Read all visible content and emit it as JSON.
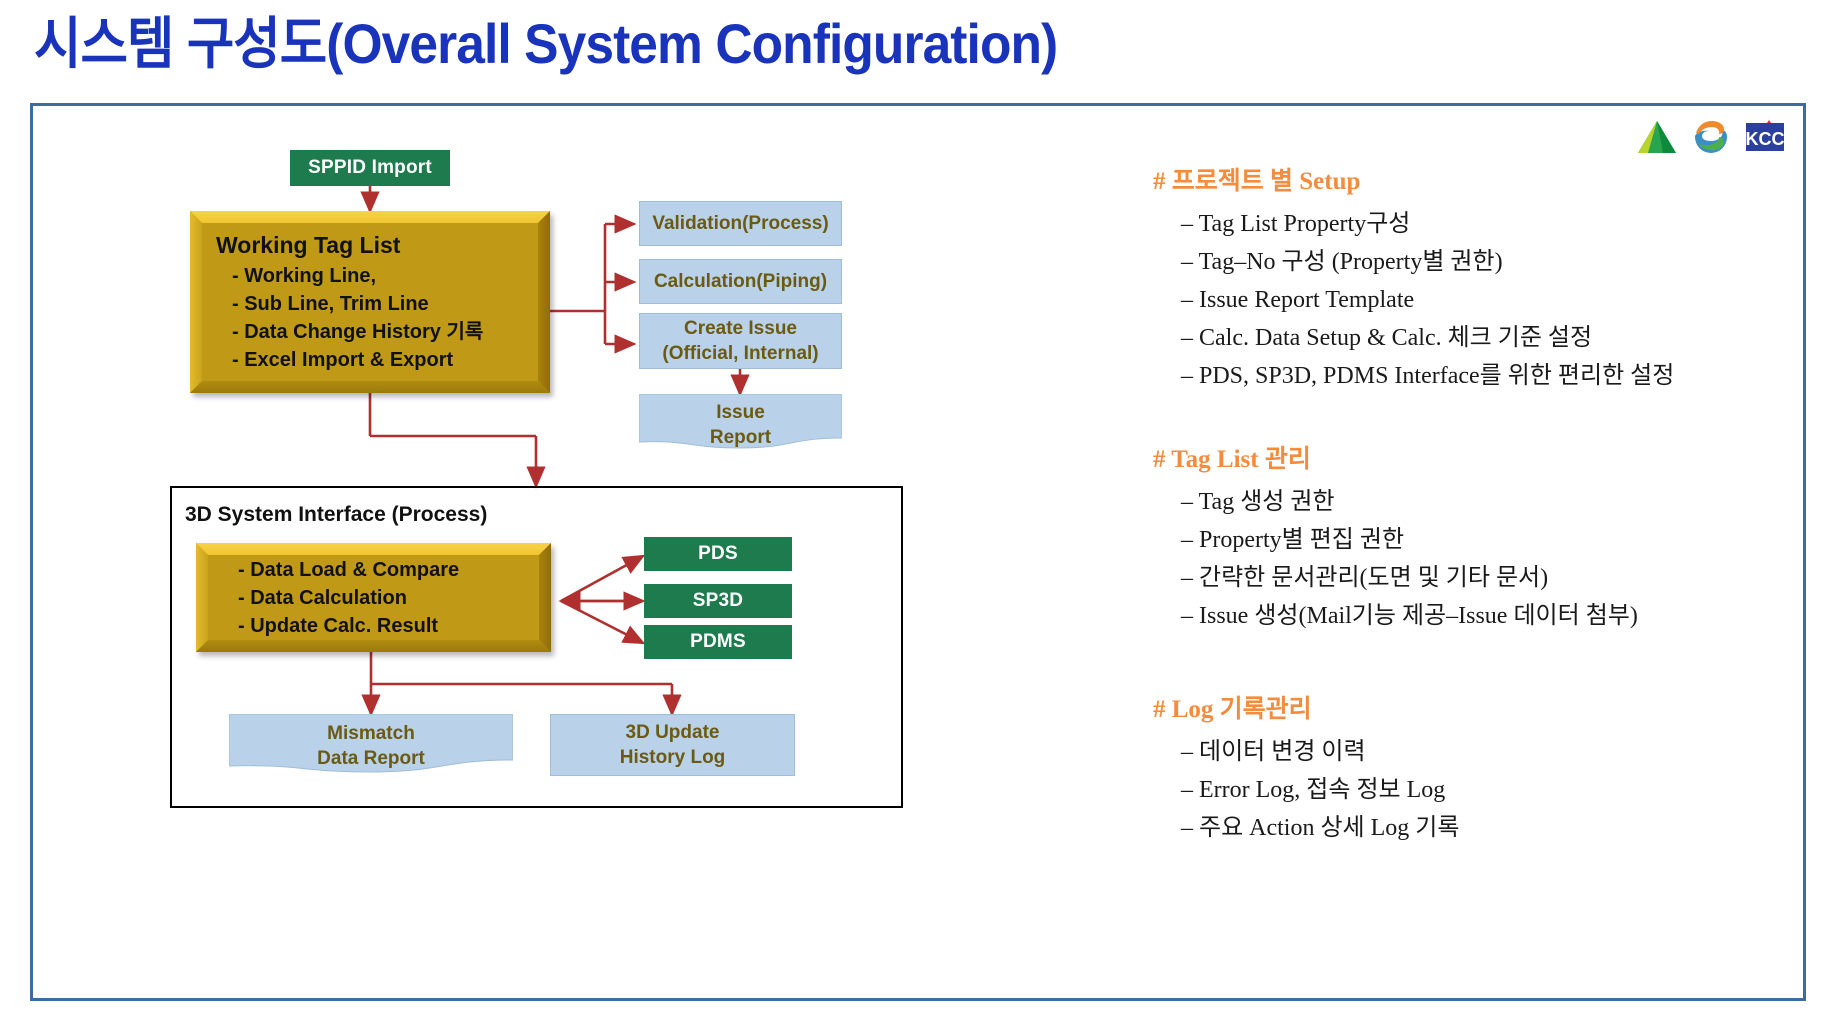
{
  "title": "시스템 구성도(Overall System Configuration)",
  "logos": [
    {
      "name": "green-triangle-logo",
      "alt": "green triangle logo"
    },
    {
      "name": "swirl-circle-logo",
      "alt": "orange green blue swirl logo"
    },
    {
      "name": "kcc-logo",
      "alt": "KCC",
      "text": "KCC"
    }
  ],
  "colors": {
    "title_blue": "#1934ba",
    "frame_blue": "#3b6e9e",
    "green": "#1e7b4d",
    "gold": "#c09a17",
    "light_blue": "#b9d2ea",
    "blue_text": "#6b5a12",
    "arrow_red": "#b03030",
    "accent_orange": "#f58b3c"
  },
  "diagram": {
    "sppid_import": "SPPID Import",
    "working_tag_list": {
      "title": "Working Tag List",
      "items": [
        "- Working Line,",
        "- Sub Line, Trim Line",
        "- Data Change History 기록",
        "- Excel Import & Export"
      ]
    },
    "validation": "Validation(Process)",
    "calculation": "Calculation(Piping)",
    "create_issue_line1": "Create Issue",
    "create_issue_line2": "(Official, Internal)",
    "issue_report_line1": "Issue",
    "issue_report_line2": "Report",
    "interface_frame_title": "3D System Interface (Process)",
    "interface_box_items": [
      "- Data Load & Compare",
      "- Data Calculation",
      "- Update Calc. Result"
    ],
    "systems": [
      "PDS",
      "SP3D",
      "PDMS"
    ],
    "mismatch_line1": "Mismatch",
    "mismatch_line2": "Data Report",
    "update_log_line1": "3D Update",
    "update_log_line2": "History Log"
  },
  "right_panel": {
    "sections": [
      {
        "head": "# 프로젝트 별 Setup",
        "items": [
          "– Tag List Property구성",
          "– Tag–No 구성 (Property별 권한)",
          "– Issue Report Template",
          "– Calc. Data Setup & Calc. 체크 기준 설정",
          "– PDS, SP3D, PDMS Interface를 위한 편리한 설정"
        ]
      },
      {
        "head": "# Tag List 관리",
        "items": [
          "– Tag 생성 권한",
          "– Property별 편집 권한",
          "– 간략한 문서관리(도면 및 기타 문서)",
          "– Issue 생성(Mail기능 제공–Issue 데이터 첨부)"
        ]
      },
      {
        "head": "# Log 기록관리",
        "items": [
          "– 데이터 변경 이력",
          "– Error Log, 접속 정보 Log",
          "– 주요 Action 상세 Log 기록"
        ]
      }
    ]
  }
}
